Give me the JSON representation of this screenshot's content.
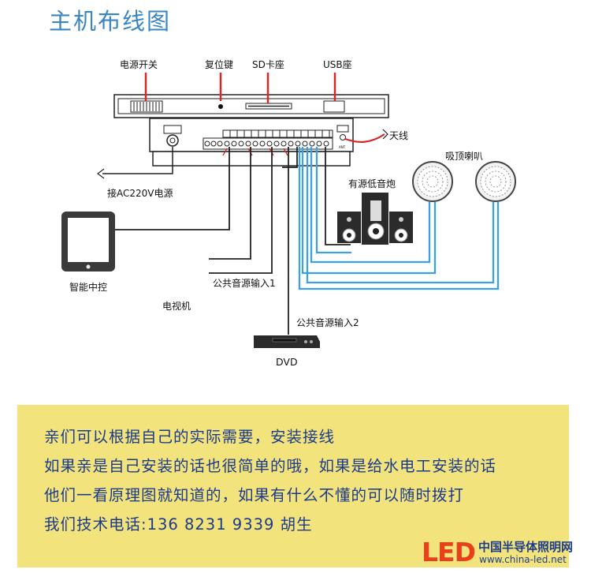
{
  "title": "主机布线图",
  "labels": {
    "power_switch": "电源开关",
    "reset_key": "复位键",
    "sd_slot": "SD卡座",
    "usb_port": "USB座",
    "antenna": "天线",
    "ac_power": "接AC220V电源",
    "ceiling_speaker": "吸顶喇叭",
    "subwoofer": "有源低音炮",
    "smart_control": "智能中控",
    "public_audio_1": "公共音源输入1",
    "tv": "电视机",
    "public_audio_2": "公共音源输入2",
    "dvd": "DVD"
  },
  "notice": {
    "line1": "亲们可以根据自己的实际需要，安装接线",
    "line2": "如果亲是自己安装的话也很简单的哦，如果是给水电工安装的话",
    "line3": "他们一看原理图就知道的，如果有什么不懂的可以随时拨打",
    "line4": "我们技术电话:136 8231 9339 胡生"
  },
  "logo": {
    "brand": "LED",
    "name_cn": "中国半导体照明网",
    "url": "www.china-led.net"
  },
  "colors": {
    "title": "#3a86c4",
    "notice_bg": "#f3e37d",
    "notice_text": "#1b3a8c",
    "speaker_wire": "#3aa0e8",
    "antenna_wire": "#d8262a",
    "marker": "#d8262a"
  }
}
